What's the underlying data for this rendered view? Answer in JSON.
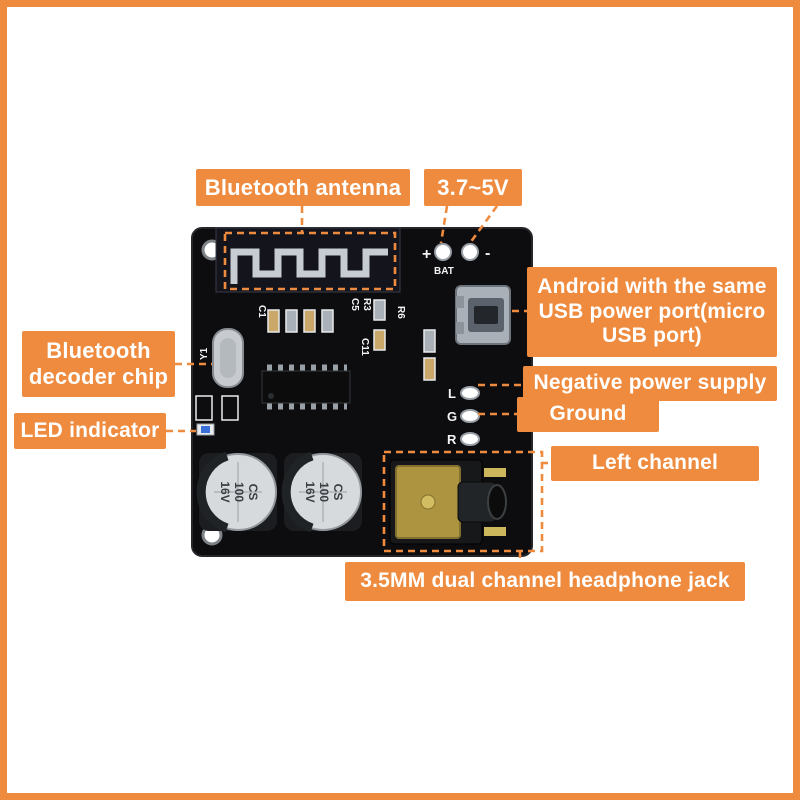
{
  "frame": {
    "accent": "#EF8B3F"
  },
  "callouts": {
    "antenna": "Bluetooth antenna",
    "voltage": "3.7~5V",
    "usb": "Android with the same\nUSB power port(micro\nUSB port)",
    "negative": "Negative power supply",
    "ground": "Ground",
    "left_channel": "Left channel",
    "decoder": "Bluetooth\ndecoder chip",
    "led": "LED indicator",
    "jack": "3.5MM dual channel headphone jack"
  },
  "silkscreen": {
    "plus": "+",
    "minus": "-",
    "bat": "BAT",
    "left": "L",
    "gnd": "G",
    "right": "R",
    "y1": "Y1",
    "c1": "C1",
    "c5": "C5",
    "r3": "R3",
    "r6": "R6",
    "c11": "C11",
    "cap_brand": "CS",
    "cap_value": "100",
    "cap_voltage": "16V"
  }
}
